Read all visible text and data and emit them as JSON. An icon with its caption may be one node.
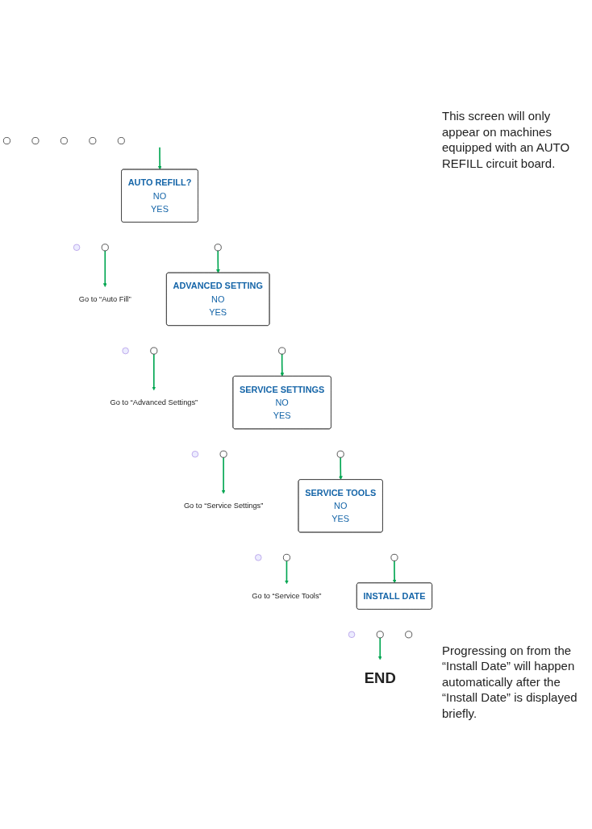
{
  "diagram": {
    "nodes": [
      {
        "text": [],
        "shape": "circle"
      },
      {
        "text": [
          "AUTO REFILL?",
          "NO",
          "YES"
        ]
      },
      {
        "text": [],
        "shape": "dot"
      },
      {
        "text": [],
        "shape": "circle"
      },
      {
        "text": [],
        "shape": "circle"
      },
      {
        "text": [
          "Go to “Auto Fill”"
        ]
      },
      {
        "text": [],
        "shape": "circle"
      },
      {
        "text": [
          "ADVANCED SETTING",
          "NO",
          "YES"
        ]
      },
      {
        "text": [],
        "shape": "dot"
      },
      {
        "text": [],
        "shape": "circle"
      },
      {
        "text": [],
        "shape": "circle"
      },
      {
        "text": [
          "Go to “Advanced Settings”"
        ]
      },
      {
        "text": [],
        "shape": "circle"
      },
      {
        "text": [
          "SERVICE SETTINGS",
          "NO",
          "YES"
        ]
      },
      {
        "text": [],
        "shape": "dot"
      },
      {
        "text": [],
        "shape": "circle"
      },
      {
        "text": [],
        "shape": "circle"
      },
      {
        "text": [
          "Go to “Service Settings”"
        ]
      },
      {
        "text": [],
        "shape": "circle"
      },
      {
        "text": [
          "SERVICE TOOLS",
          "NO",
          "YES"
        ]
      },
      {
        "text": [],
        "shape": "dot"
      },
      {
        "text": [],
        "shape": "circle"
      },
      {
        "text": [],
        "shape": "circle"
      },
      {
        "text": [
          "Go to “Service Tools”"
        ]
      },
      {
        "text": [],
        "shape": "circle"
      },
      {
        "text": [
          "INSTALL DATE"
        ]
      },
      {
        "text": [],
        "shape": "dot"
      },
      {
        "text": [],
        "shape": "circle"
      },
      {
        "text": [],
        "shape": "circle"
      },
      {
        "text": [
          "END"
        ]
      }
    ],
    "edges": [
      {
        "from": 3,
        "to": 7,
        "arrow": "to"
      },
      {
        "from": 4,
        "to": 5,
        "arrow": "to"
      },
      {
        "from": 9,
        "to": 13,
        "arrow": "to"
      },
      {
        "from": 10,
        "to": 11,
        "arrow": "to"
      },
      {
        "from": 15,
        "to": 19,
        "arrow": "to"
      },
      {
        "from": 16,
        "to": 17,
        "arrow": "to"
      },
      {
        "from": 21,
        "to": 25,
        "arrow": "to"
      },
      {
        "from": 22,
        "to": 23,
        "arrow": "to"
      },
      {
        "from": 27,
        "to": 29,
        "arrow": "to"
      },
      {
        "from": null,
        "to": 1,
        "arrow": "to"
      }
    ],
    "labels": [
      "This screen will only appear on machines equipped with an AUTO REFILL circuit board.",
      "Progressing on from the “Install Date” will happen automatically after the “Install Date” is displayed briefly."
    ]
  }
}
